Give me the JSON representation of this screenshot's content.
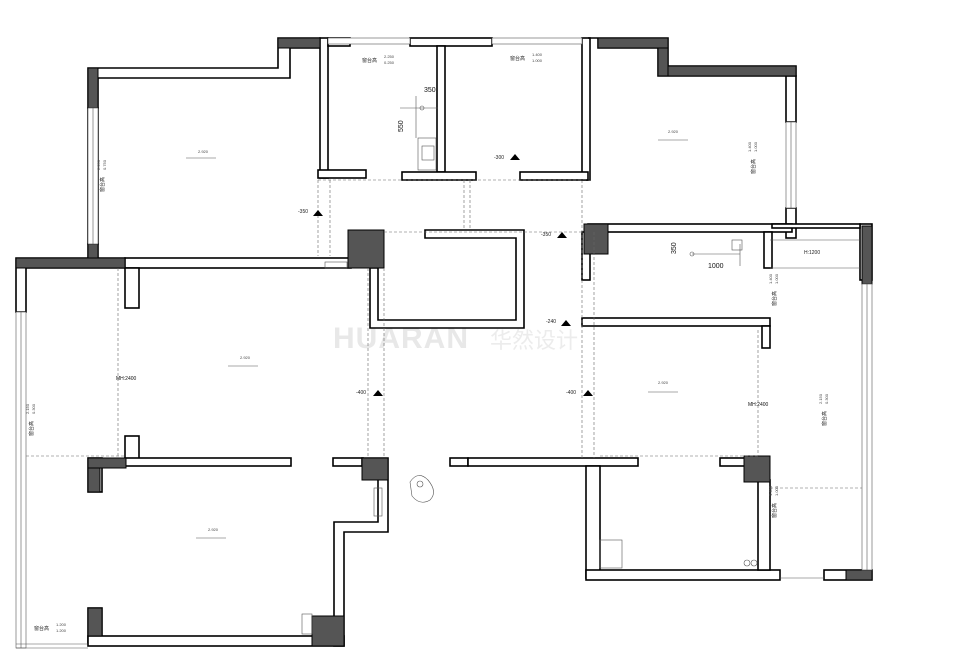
{
  "watermark": {
    "latin": "HUARAN",
    "cn": "华然设计"
  },
  "elevations": [
    "-350",
    "-300",
    "-350",
    "-240",
    "-400",
    "-400"
  ],
  "room_heights": [
    "2.920",
    "2.920",
    "2.920",
    "2.920",
    "2.920"
  ],
  "mh_labels": [
    "MH:2400",
    "MH:2400"
  ],
  "dimensions": {
    "d350a": "350",
    "d550": "550",
    "d350b": "350",
    "d1000": "1000",
    "h1200": "H:1200"
  },
  "window_tags": [
    {
      "title": "窗台高",
      "sub": "2.250",
      "sub2": "0.250"
    },
    {
      "title": "窗台高",
      "sub": "1.400",
      "sub2": "1.000"
    },
    {
      "title": "窗台高",
      "sub": "2.250",
      "sub2": "0.750"
    },
    {
      "title": "窗台高",
      "sub": "1.400",
      "sub2": "1.000"
    },
    {
      "title": "窗台高",
      "sub": "1.400",
      "sub2": "1.000"
    },
    {
      "title": "窗台高",
      "sub": "2.150",
      "sub2": "0.300"
    },
    {
      "title": "窗台高",
      "sub": "2.150",
      "sub2": "0.300"
    },
    {
      "title": "窗台高",
      "sub": "1.400",
      "sub2": "1.000"
    },
    {
      "title": "窗台高",
      "sub": "1.200",
      "sub2": "1.200"
    }
  ]
}
